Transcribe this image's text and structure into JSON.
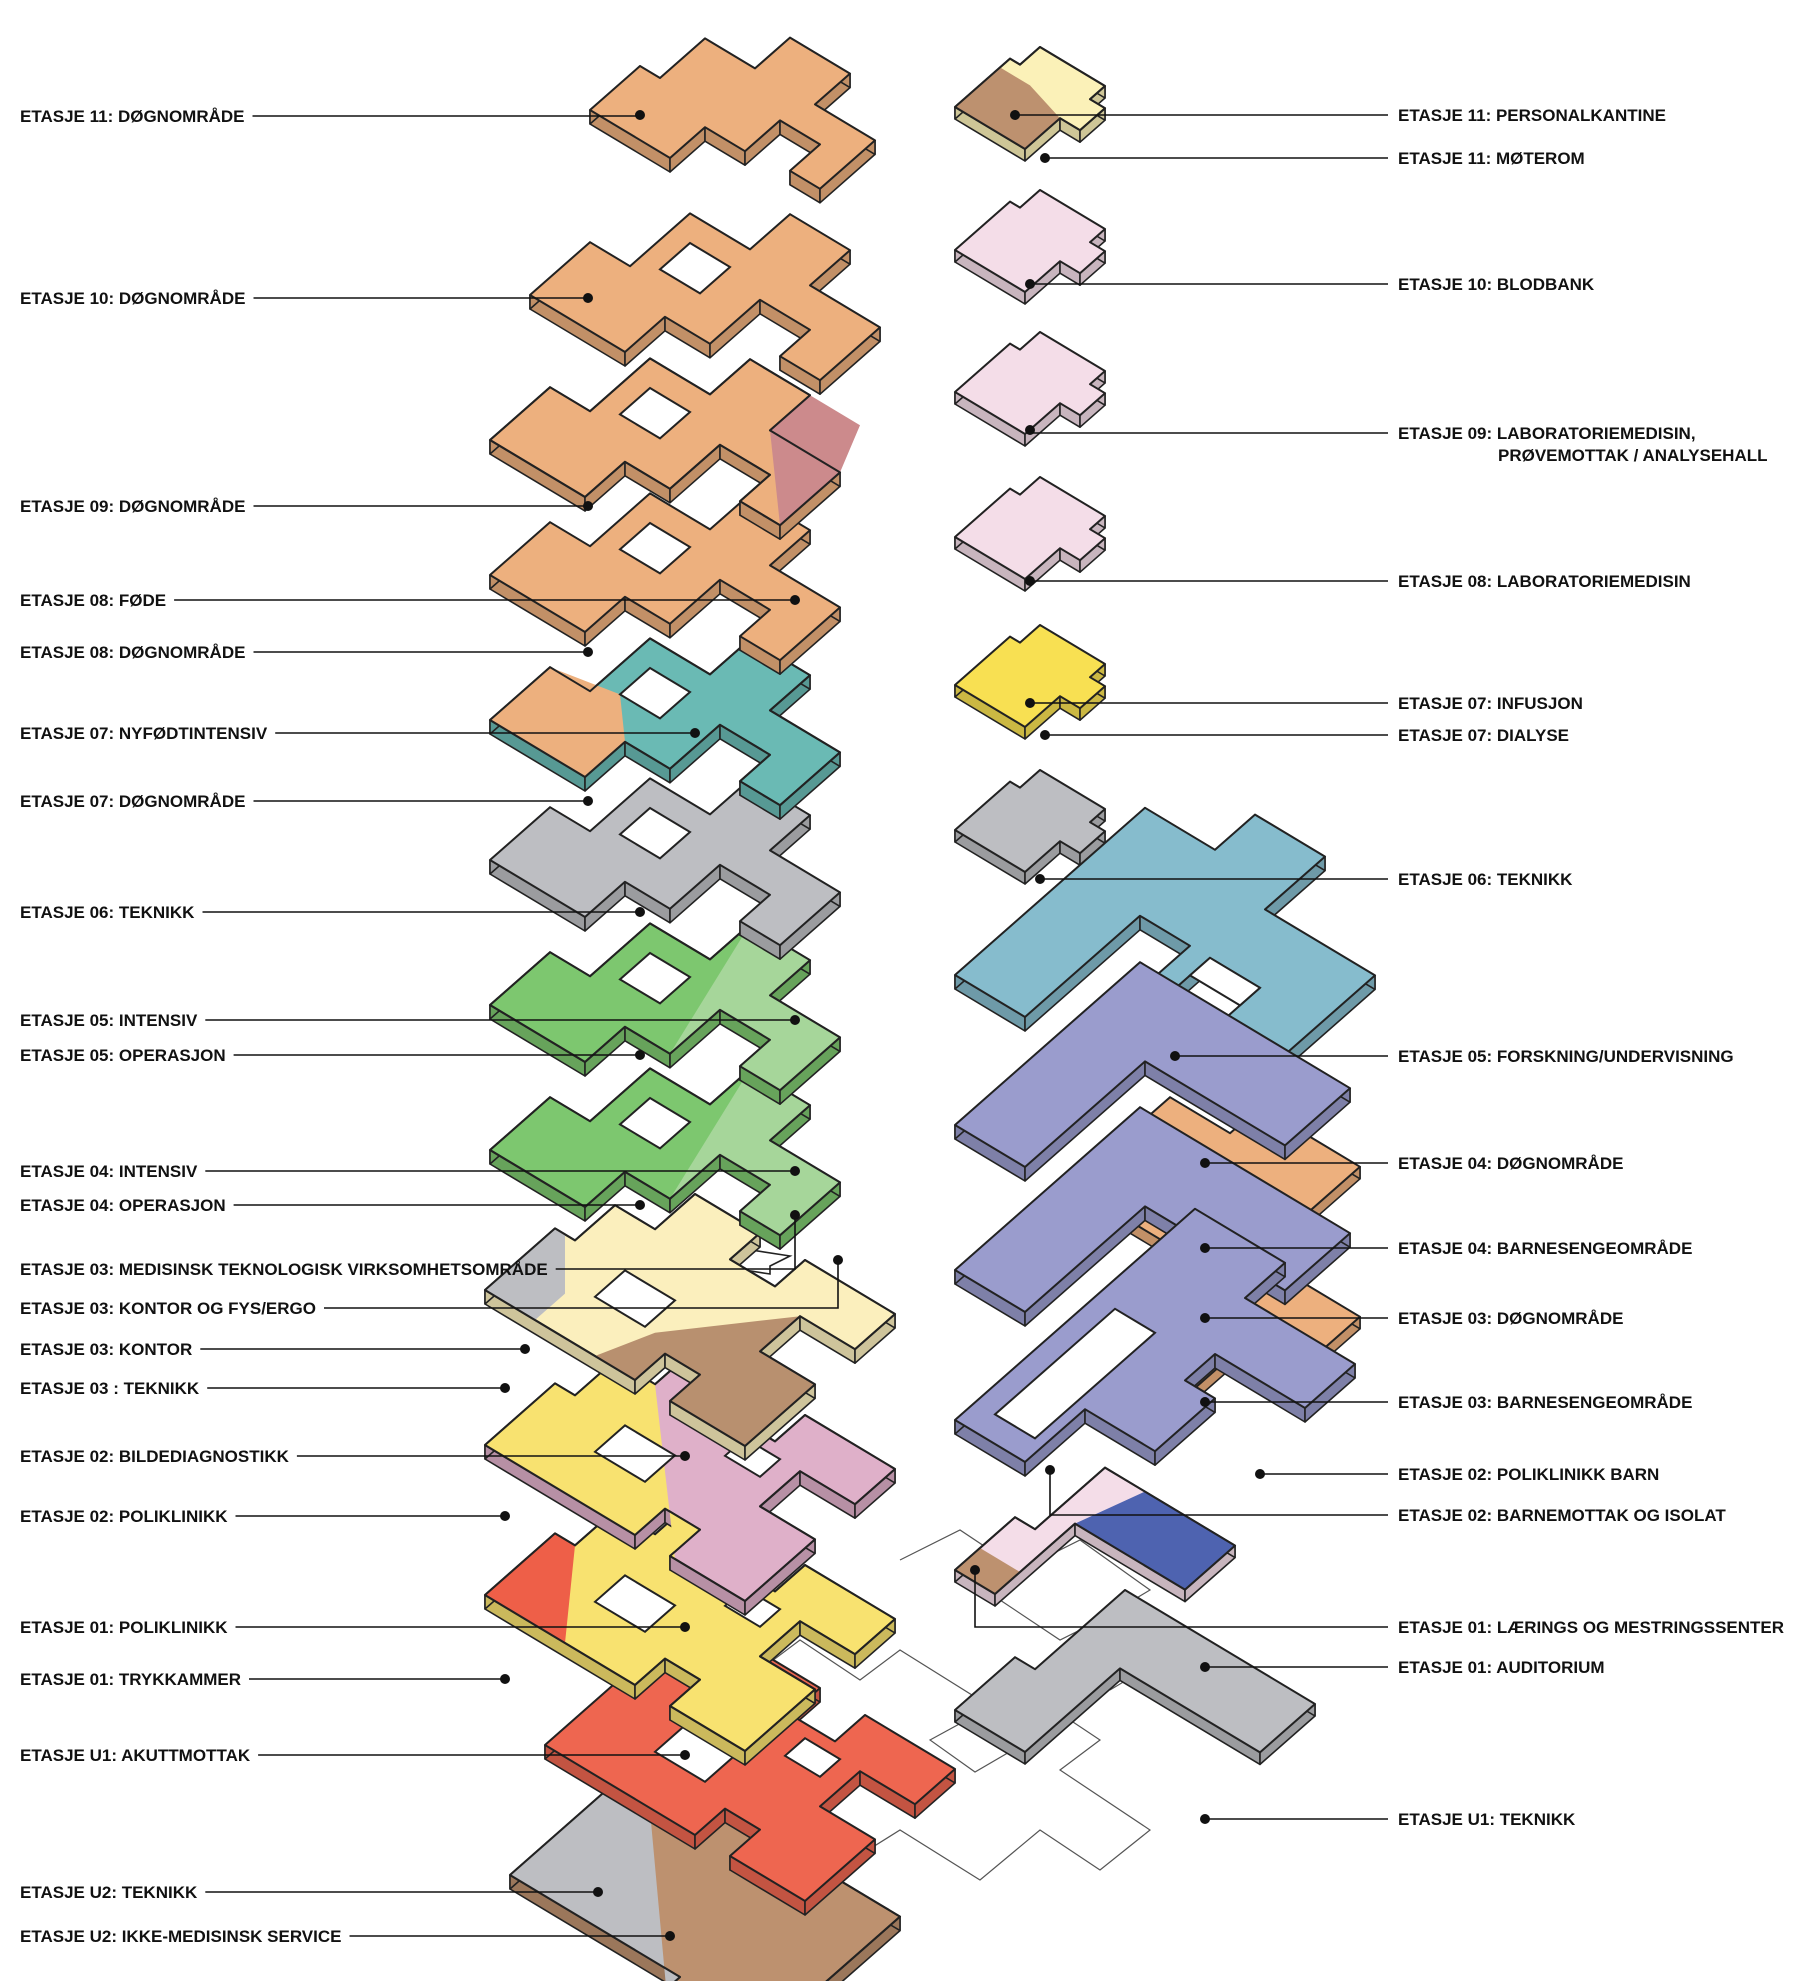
{
  "labels_left": [
    {
      "id": "e11-dogn",
      "text": "ETASJE 11:  DØGNOMRÅDE"
    },
    {
      "id": "e10-dogn",
      "text": "ETASJE 10:  DØGNOMRÅDE"
    },
    {
      "id": "e09-dogn",
      "text": "ETASJE 09:  DØGNOMRÅDE"
    },
    {
      "id": "e08-fode",
      "text": "ETASJE 08:  FØDE"
    },
    {
      "id": "e08-dogn",
      "text": "ETASJE 08:  DØGNOMRÅDE"
    },
    {
      "id": "e07-nyfodt",
      "text": "ETASJE 07:  NYFØDTINTENSIV"
    },
    {
      "id": "e07-dogn",
      "text": "ETASJE 07:  DØGNOMRÅDE"
    },
    {
      "id": "e06-teknikk",
      "text": "ETASJE 06:  TEKNIKK"
    },
    {
      "id": "e05-intensiv",
      "text": "ETASJE 05:  INTENSIV"
    },
    {
      "id": "e05-operasjon",
      "text": "ETASJE 05:  OPERASJON"
    },
    {
      "id": "e04-intensiv",
      "text": "ETASJE 04:  INTENSIV"
    },
    {
      "id": "e04-operasjon",
      "text": "ETASJE 04:  OPERASJON"
    },
    {
      "id": "e03-medtek",
      "text": "ETASJE 03:  MEDISINSK TEKNOLOGISK VIRKSOMHETSOMRÅDE"
    },
    {
      "id": "e03-kontor-fys",
      "text": "ETASJE 03:  KONTOR OG FYS/ERGO"
    },
    {
      "id": "e03-kontor",
      "text": "ETASJE 03: KONTOR"
    },
    {
      "id": "e03-teknikk",
      "text": "ETASJE 03 : TEKNIKK"
    },
    {
      "id": "e02-bilde",
      "text": "ETASJE 02:  BILDEDIAGNOSTIKK"
    },
    {
      "id": "e02-poli",
      "text": "ETASJE 02:  POLIKLINIKK"
    },
    {
      "id": "e01-poli",
      "text": "ETASJE 01:  POLIKLINIKK"
    },
    {
      "id": "e01-trykk",
      "text": "ETASJE 01:  TRYKKAMMER"
    },
    {
      "id": "eu1-akutt",
      "text": "ETASJE U1:  AKUTTMOTTAK"
    },
    {
      "id": "eu2-teknikk",
      "text": "ETASJE U2:  TEKNIKK"
    },
    {
      "id": "eu2-service",
      "text": "ETASJE U2:  IKKE-MEDISINSK SERVICE"
    }
  ],
  "labels_right": [
    {
      "id": "e11-kantine",
      "text": "ETASJE 11:  PERSONALKANTINE"
    },
    {
      "id": "e11-moterom",
      "text": "ETASJE 11:  MØTEROM"
    },
    {
      "id": "e10-blodbank",
      "text": "ETASJE 10: BLODBANK"
    },
    {
      "id": "e09-lab",
      "text": "ETASJE 09:  LABORATORIEMEDISIN,",
      "text2": "PRØVEMOTTAK / ANALYSEHALL"
    },
    {
      "id": "e08-lab",
      "text": "ETASJE 08: LABORATORIEMEDISIN"
    },
    {
      "id": "e07-infusjon",
      "text": "ETASJE 07: INFUSJON"
    },
    {
      "id": "e07-dialyse",
      "text": "ETASJE 07: DIALYSE"
    },
    {
      "id": "e06-teknikk-r",
      "text": "ETASJE 06:  TEKNIKK"
    },
    {
      "id": "e05-forskning",
      "text": "ETASJE 05:  FORSKNING/UNDERVISNING"
    },
    {
      "id": "e04-dogn-r",
      "text": "ETASJE 04:  DØGNOMRÅDE"
    },
    {
      "id": "e04-barneseng",
      "text": "ETASJE 04:  BARNESENGEOMRÅDE"
    },
    {
      "id": "e03-dogn-r",
      "text": "ETASJE 03:  DØGNOMRÅDE"
    },
    {
      "id": "e03-barneseng",
      "text": "ETASJE 03:  BARNESENGEOMRÅDE"
    },
    {
      "id": "e02-poli-barn",
      "text": "ETASJE 02:  POLIKLINIKK BARN"
    },
    {
      "id": "e02-barnemottak",
      "text": "ETASJE 02:  BARNEMOTTAK OG ISOLAT"
    },
    {
      "id": "e01-laerings",
      "text": "ETASJE 01:  LÆRINGS OG MESTRINGSSENTER"
    },
    {
      "id": "e01-auditorium",
      "text": "ETASJE 01:  AUDITORIUM"
    },
    {
      "id": "eu1-teknikk-r",
      "text": "ETASJE U1:  TEKNIKK"
    }
  ],
  "colors": {
    "dogn": "#edb07e",
    "fode": "#cc8a8c",
    "nyfodt": "#6abab4",
    "teknikk": "#bdbec2",
    "intensiv": "#a6d69a",
    "operasjon": "#7dc76f",
    "kontor_fys": "#b8906f",
    "kontor": "#fbefbd",
    "bildediagnostikk": "#dfb0c9",
    "poliklinikk": "#f8e270",
    "trykkammer": "#ee5f48",
    "akutt": "#ee6650",
    "service": "#bd916f",
    "kantine": "#bd916f",
    "moterom": "#fbf1b8",
    "laboratorie": "#f4dde8",
    "infusjon": "#f8e052",
    "forskning": "#86bccd",
    "barneseng": "#9a9ccd",
    "auditorium": "#4e63b0"
  }
}
